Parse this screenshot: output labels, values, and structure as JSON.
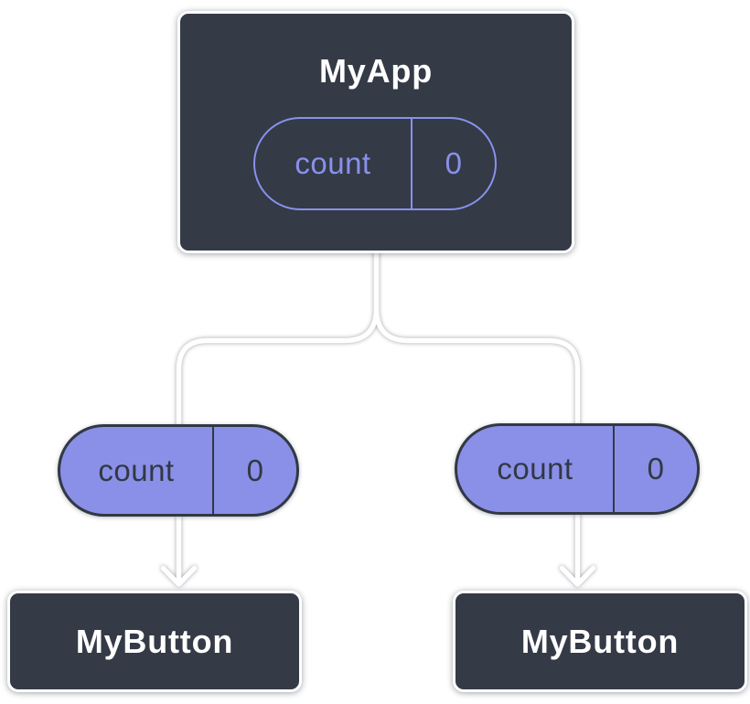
{
  "diagram": {
    "root": {
      "title": "MyApp",
      "state": {
        "label": "count",
        "value": "0"
      }
    },
    "children": [
      {
        "title": "MyButton",
        "prop": {
          "label": "count",
          "value": "0"
        }
      },
      {
        "title": "MyButton",
        "prop": {
          "label": "count",
          "value": "0"
        }
      }
    ],
    "colors": {
      "background": "#ffffff",
      "node_bg": "#343A46",
      "node_border": "#ffffff",
      "accent": "#8891EC",
      "pill_fill": "#8A90E8",
      "pill_stroke": "#323844",
      "line": "#ffffff"
    }
  }
}
